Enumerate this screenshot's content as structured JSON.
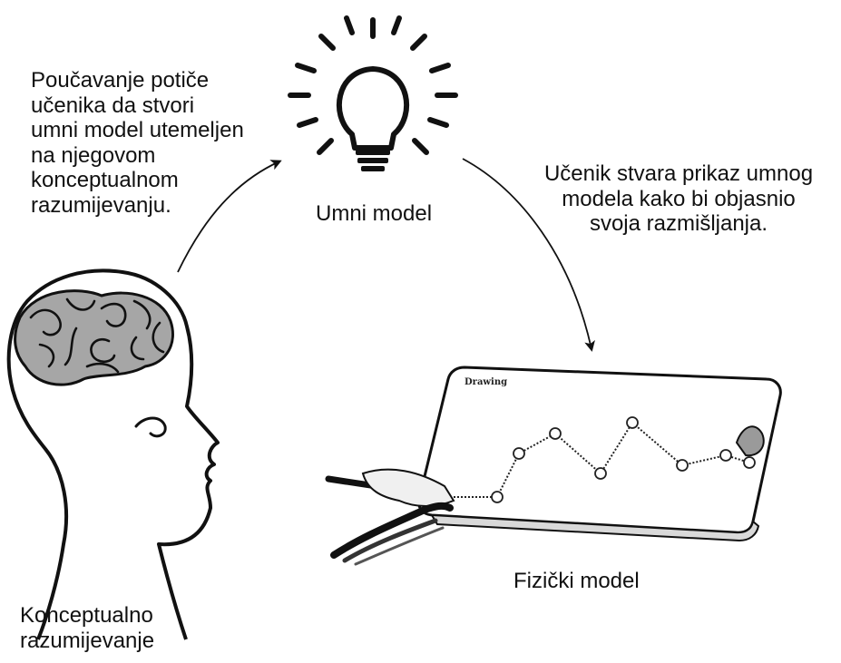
{
  "texts": {
    "teaching": "Poučavanje potiče\nučenika da stvori\numni model utemeljen\nna njegovom\nkonceptualnom\nrazumijevanju.",
    "student": "Učenik stvara prikaz umnog\nmodela kako bi objasnio\nsvoja razmišljanja.",
    "mental_model": "Umni model",
    "physical_model": "Fizički model",
    "conceptual": "Konceptualno\nrazumijevanje",
    "drawing_caption": "Drawing"
  },
  "icons": {
    "bulb": "lightbulb-icon",
    "head": "head-brain-icon",
    "tablet": "tablet-drawing-icon",
    "hand": "hand-with-stylus-icon"
  }
}
